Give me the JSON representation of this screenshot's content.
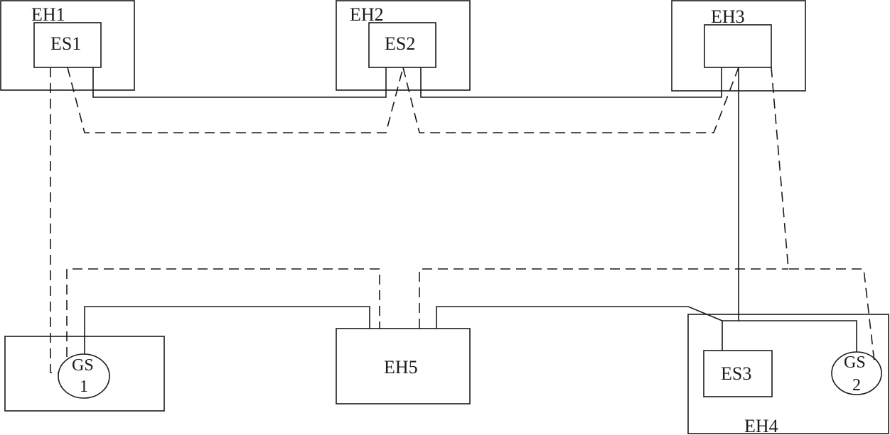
{
  "diagram": {
    "hosts": {
      "eh1": "EH1",
      "eh2": "EH2",
      "eh3": "EH3",
      "eh4": "EH4",
      "eh5": "EH5"
    },
    "switches": {
      "es1": "ES1",
      "es2": "ES2",
      "es3": "ES3"
    },
    "ground_stations": {
      "gs1_line1": "GS",
      "gs1_line2": "1",
      "gs2_line1": "GS",
      "gs2_line2": "2"
    }
  },
  "colors": {
    "stroke": "#1a1a1a",
    "background": "#ffffff"
  }
}
